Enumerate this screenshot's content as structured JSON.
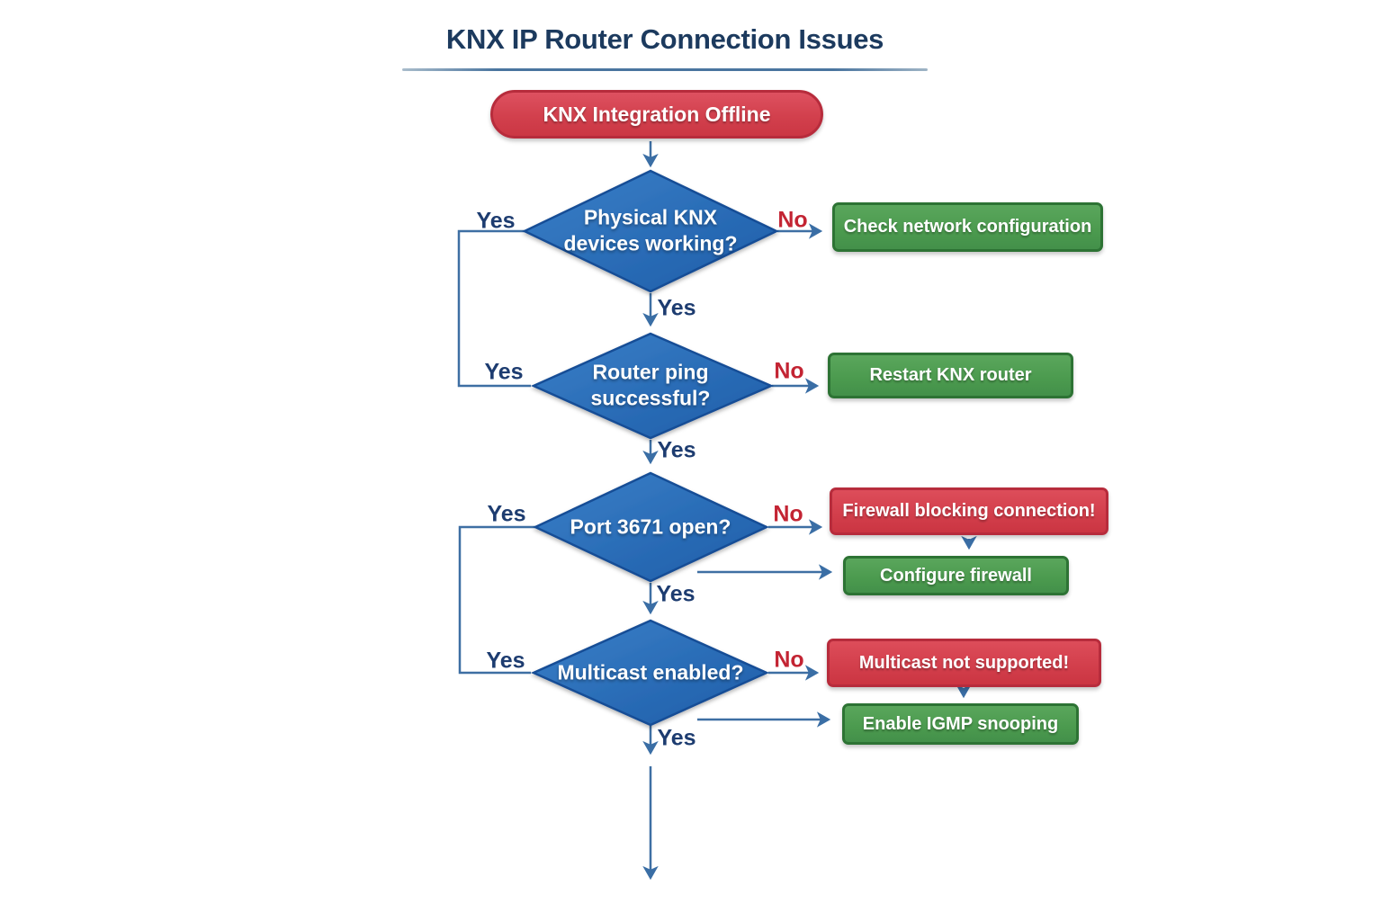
{
  "title": "KNX IP Router Connection Issues",
  "nodes": {
    "start": "KNX Integration Offline",
    "d1": "Physical KNX devices working?",
    "d2": "Router ping successful?",
    "d3": "Port 3671 open?",
    "d4": "Multicast enabled?",
    "check_network": "Check network configuration",
    "restart_router": "Restart KNX router",
    "firewall_alert": "Firewall blocking connection!",
    "configure_firewall": "Configure firewall",
    "multicast_alert": "Multicast not supported!",
    "enable_igmp": "Enable IGMP snooping"
  },
  "edge_labels": {
    "d1_left": "Yes",
    "d1_right": "No",
    "d1_down": "Yes",
    "d2_left": "Yes",
    "d2_right": "No",
    "d2_down": "Yes",
    "d3_left": "Yes",
    "d3_right": "No",
    "d3_down": "Yes",
    "d4_left": "Yes",
    "d4_right": "No",
    "d4_down": "Yes"
  },
  "colors": {
    "background": "#ffffff",
    "title_text": "#1c3a5e",
    "title_underline": "#4a759f",
    "decision_fill_top": "#3a80c8",
    "decision_fill_bottom": "#1d5ca8",
    "decision_border": "#174e96",
    "action_fill": "#4b9a4e",
    "action_border": "#2d7334",
    "alert_fill": "#d23e4b",
    "alert_border": "#b72c3c",
    "connector": "#3e6fa3",
    "yes_label": "#1d3c70",
    "no_label": "#c32433",
    "node_text": "#ffffff"
  }
}
